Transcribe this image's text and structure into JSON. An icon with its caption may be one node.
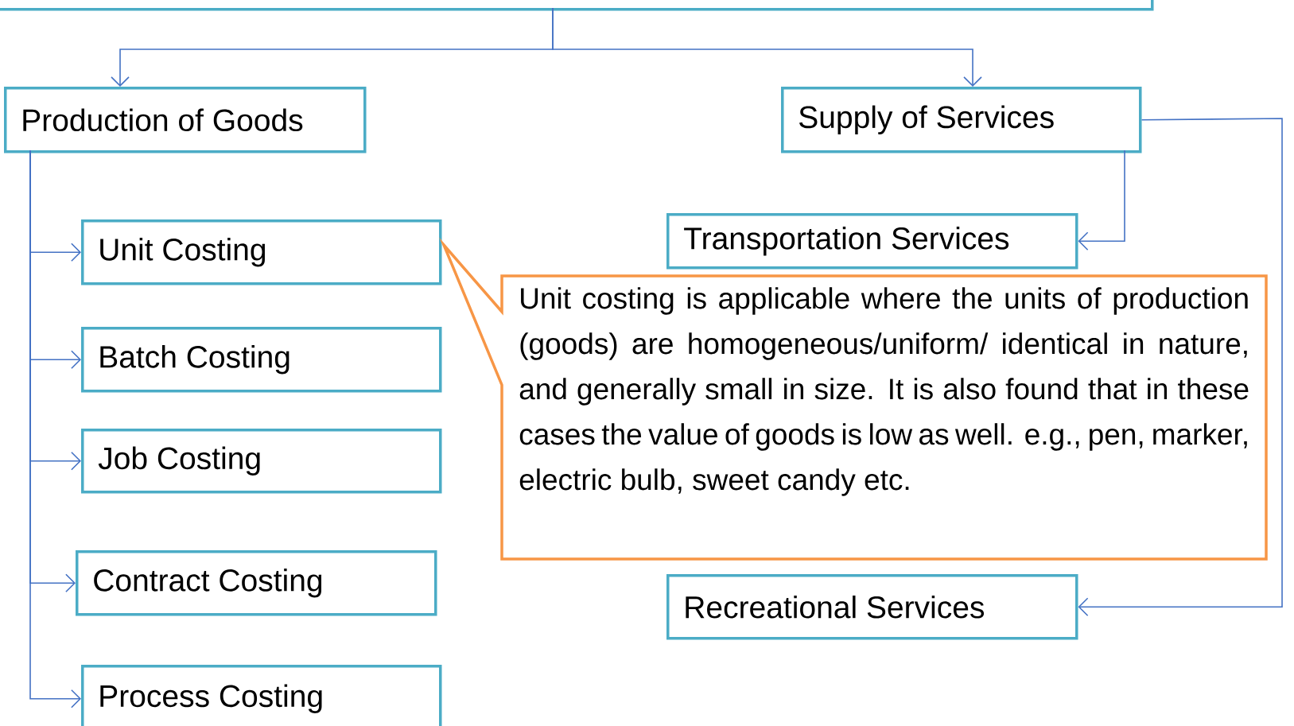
{
  "diagram": {
    "nodes": [
      {
        "text": [],
        "shape": "box"
      },
      {
        "text": [
          "Production of Goods"
        ]
      },
      {
        "text": [
          "Supply of Services"
        ]
      },
      {
        "text": [
          "Unit Costing"
        ]
      },
      {
        "text": [
          "Batch Costing"
        ]
      },
      {
        "text": [
          "Job Costing"
        ]
      },
      {
        "text": [
          "Contract Costing"
        ]
      },
      {
        "text": [
          "Process Costing"
        ]
      },
      {
        "text": [
          "Transportation Services"
        ]
      },
      {
        "text": [
          "Recreational Services"
        ]
      },
      {
        "text": [
          "Unit costing is applicable where the units of production (goods) are homogeneous/uniform/ identical in nature, and generally small in size. It is also found that in these cases the value of goods is low as well. e.g., pen, marker, electric bulb, sweet candy etc."
        ]
      }
    ],
    "edges": [
      {
        "from": 0,
        "to": 1,
        "arrow": "to"
      },
      {
        "from": 0,
        "to": 2,
        "arrow": "to"
      },
      {
        "from": 1,
        "to": 3,
        "arrow": "to"
      },
      {
        "from": 1,
        "to": 4,
        "arrow": "to"
      },
      {
        "from": 1,
        "to": 5,
        "arrow": "to"
      },
      {
        "from": 1,
        "to": 6,
        "arrow": "to"
      },
      {
        "from": 1,
        "to": 7,
        "arrow": "to"
      },
      {
        "from": 2,
        "to": 8,
        "arrow": "to"
      },
      {
        "from": 2,
        "to": 9,
        "arrow": "to"
      }
    ]
  }
}
